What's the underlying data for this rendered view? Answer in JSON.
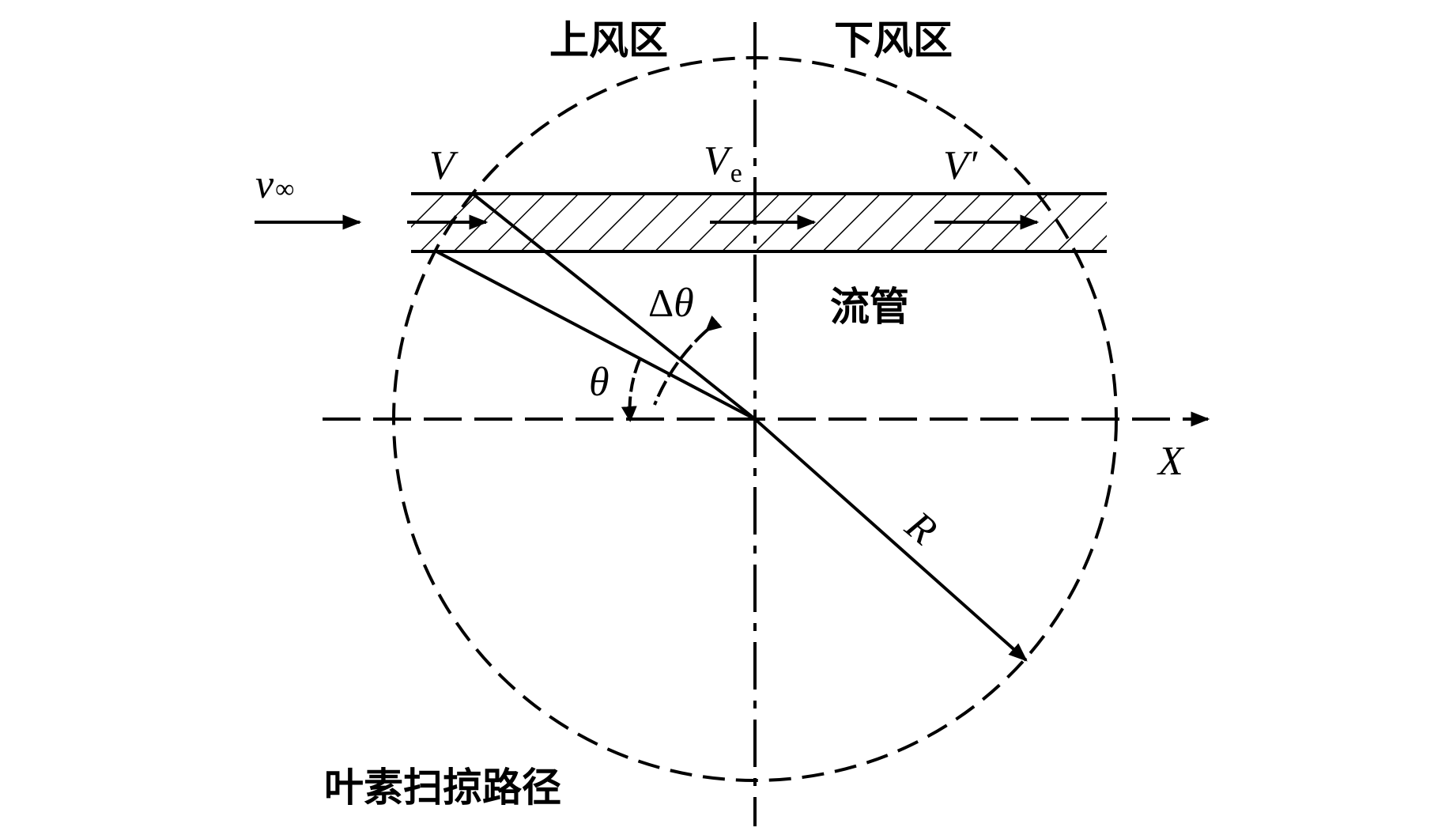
{
  "labels": {
    "upwind_zone": "上风区",
    "downwind_zone": "下风区",
    "stream_tube": "流管",
    "blade_sweep_path": "叶素扫掠路径",
    "v_inf_symbol": "v",
    "v_inf_subscript": "∞",
    "v_upstream": "V",
    "v_equator_symbol": "V",
    "v_equator_subscript": "e",
    "v_downstream": "V′",
    "delta_symbol": "Δ",
    "theta": "θ",
    "x_axis": "X",
    "radius": "R"
  }
}
